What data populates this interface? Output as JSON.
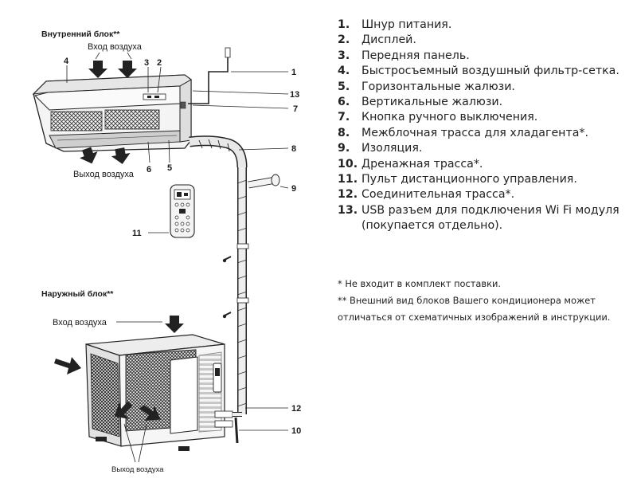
{
  "diagram": {
    "indoor_heading": "Внутренний блок**",
    "outdoor_heading": "Наружный блок**",
    "air_in_indoor": "Вход воздуха",
    "air_out_indoor": "Выход воздуха",
    "air_in_outdoor": "Вход воздуха",
    "air_out_outdoor": "Выход воздуха",
    "callouts": {
      "c1": "1",
      "c2": "2",
      "c3": "3",
      "c4": "4",
      "c5": "5",
      "c6": "6",
      "c7": "7",
      "c8": "8",
      "c9": "9",
      "c10": "10",
      "c11": "11",
      "c12": "12",
      "c13": "13"
    }
  },
  "legend": [
    {
      "num": "1.",
      "text": "Шнур питания."
    },
    {
      "num": "2.",
      "text": "Дисплей."
    },
    {
      "num": "3.",
      "text": "Передняя панель."
    },
    {
      "num": "4.",
      "text": "Быстросъемный воздушный фильтр-сетка."
    },
    {
      "num": "5.",
      "text": "Горизонтальные жалюзи."
    },
    {
      "num": "6.",
      "text": "Вертикальные жалюзи."
    },
    {
      "num": "7.",
      "text": "Кнопка ручного выключения."
    },
    {
      "num": "8.",
      "text": "Межблочная трасса для хладагента*."
    },
    {
      "num": "9.",
      "text": "Изоляция."
    },
    {
      "num": "10.",
      "text": "Дренажная трасса*."
    },
    {
      "num": "11.",
      "text": "Пульт дистанционного управления."
    },
    {
      "num": "12.",
      "text": "Соединительная трасса*."
    },
    {
      "num": "13.",
      "text": "USB разъем для подключения Wi Fi модуля (покупается отдельно)."
    }
  ],
  "notes": {
    "note1": "* Не входит в комплект поставки.",
    "note2": "** Внешний вид блоков Вашего кондиционера может отличаться от схематичных изображений в инструкции."
  }
}
